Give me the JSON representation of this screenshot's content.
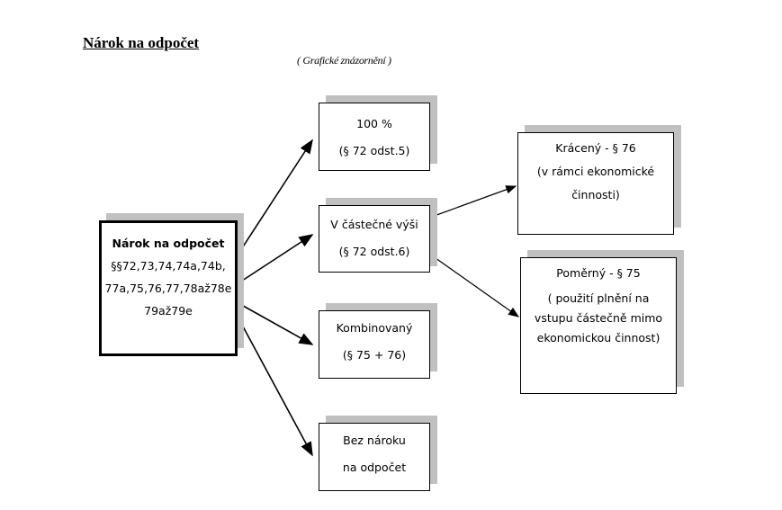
{
  "title": "Nárok na odpočet",
  "subtitle": "( Grafické znázornění )",
  "root": {
    "lines": [
      "Nárok na odpočet",
      "§§72,73,74,74a,74b,",
      "77a,75,76,77,78až78e",
      "79až79e"
    ]
  },
  "boxes": {
    "full": [
      "100 %",
      "(§ 72 odst.5)"
    ],
    "partial": [
      "V částečné výši",
      "(§ 72 odst.6)"
    ],
    "combined": [
      "Kombinovaný",
      "(§ 75 + 76)"
    ],
    "none": [
      "Bez nároku",
      "na odpočet"
    ],
    "reduced": [
      "Krácený - § 76",
      "(v rámci ekonomické",
      "činnosti)"
    ],
    "proportional": [
      "Poměrný - § 75",
      "( použití plnění na",
      "vstupu částečně mimo",
      "ekonomickou činnost)"
    ]
  }
}
